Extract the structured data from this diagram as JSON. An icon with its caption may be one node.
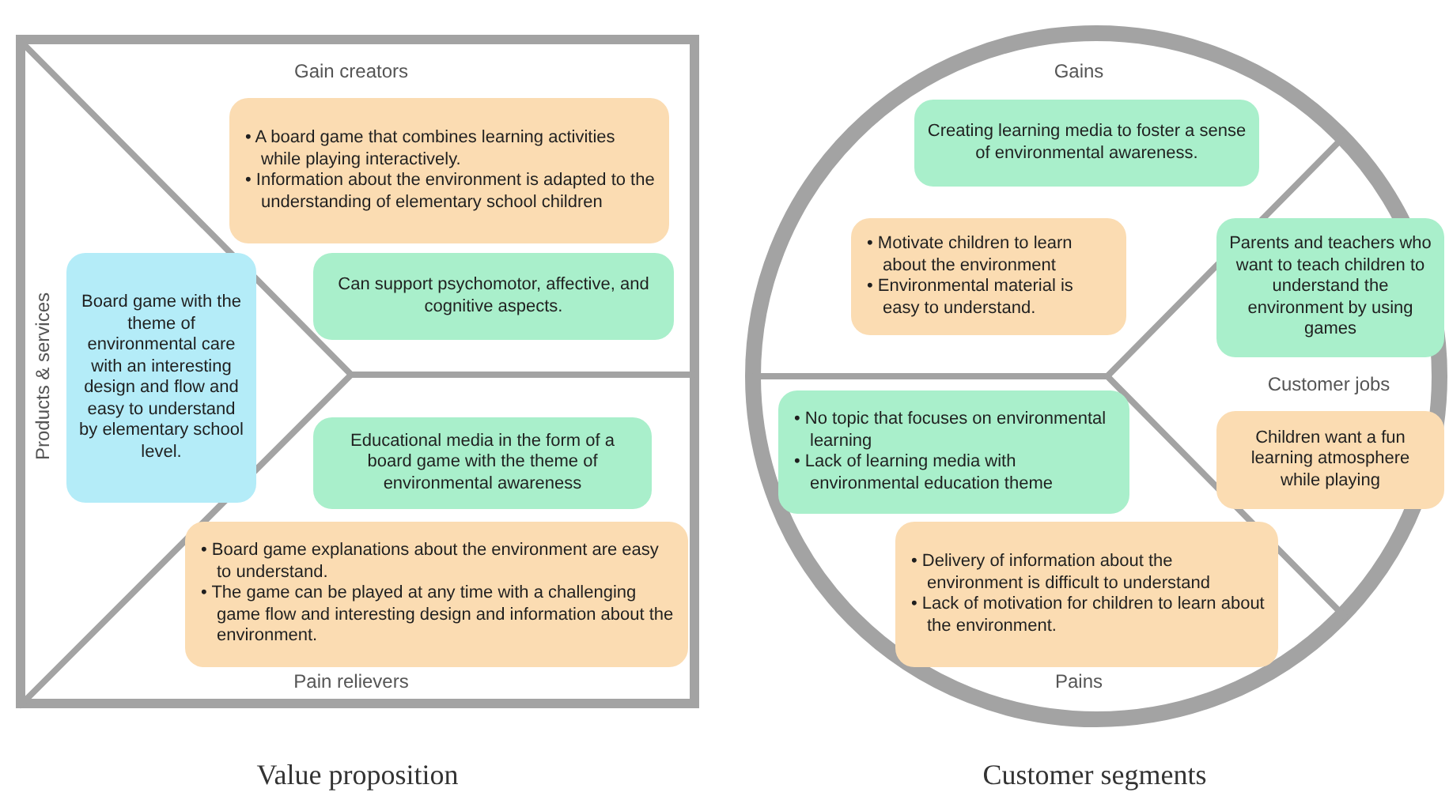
{
  "diagram": {
    "nodes": [
      {
        "text": [],
        "shape": "box"
      },
      {
        "text": [
          "• A board game that combines learning activities while playing interactively.",
          "• Information about the environment is adapted to the understanding of elementary school children"
        ],
        "in": 0
      },
      {
        "text": [
          "Can support psychomotor, affective, and cognitive aspects."
        ],
        "in": 0
      },
      {
        "text": [
          "Board game with the theme of environmental care with an interesting design and flow and easy to understand by elementary school level."
        ],
        "in": 0
      },
      {
        "text": [
          "Educational media in the form of a board game with the theme of environmental awareness"
        ],
        "in": 0
      },
      {
        "text": [
          "• Board game explanations about the environment are easy to understand.",
          "• The game can be played at any time with a challenging game flow and interesting design and information about the environment."
        ],
        "in": 0
      },
      {
        "text": [],
        "shape": "circle"
      },
      {
        "text": [
          "Creating learning media to foster a sense of environmental awareness."
        ],
        "in": 6
      },
      {
        "text": [
          "• Motivate children to learn about the environment",
          "• Environmental material is easy to understand."
        ],
        "in": 6
      },
      {
        "text": [
          "Parents and teachers who want to teach children to understand the environment by using games"
        ],
        "in": 6
      },
      {
        "text": [
          "Children want a fun learning atmosphere while playing"
        ],
        "in": 6
      },
      {
        "text": [
          "• No topic that focuses on environmental learning",
          "• Lack of learning media with environmental education theme"
        ],
        "in": 6
      },
      {
        "text": [
          "• Delivery of information about the environment is difficult to understand",
          "• Lack of motivation for children to learn about the environment."
        ],
        "in": 6
      }
    ],
    "labels": [
      "Gain creators",
      "Products & services",
      "Pain relievers",
      "Value proposition",
      "Gains",
      "Customer jobs",
      "Pains",
      "Customer segments"
    ]
  }
}
